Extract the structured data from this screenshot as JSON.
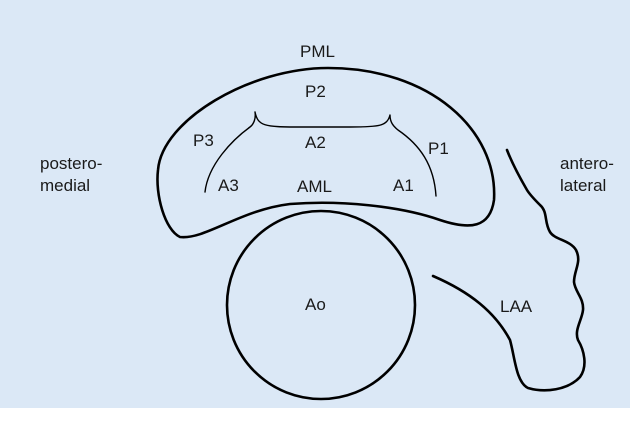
{
  "diagram": {
    "labels": {
      "pml": "PML",
      "p1": "P1",
      "p2": "P2",
      "p3": "P3",
      "a1": "A1",
      "a2": "A2",
      "a3": "A3",
      "aml": "AML",
      "ao": "Ao",
      "laa": "LAA"
    },
    "sides": {
      "left_line1": "postero-",
      "left_line2": "medial",
      "right_line1": "antero-",
      "right_line2": "lateral"
    }
  }
}
